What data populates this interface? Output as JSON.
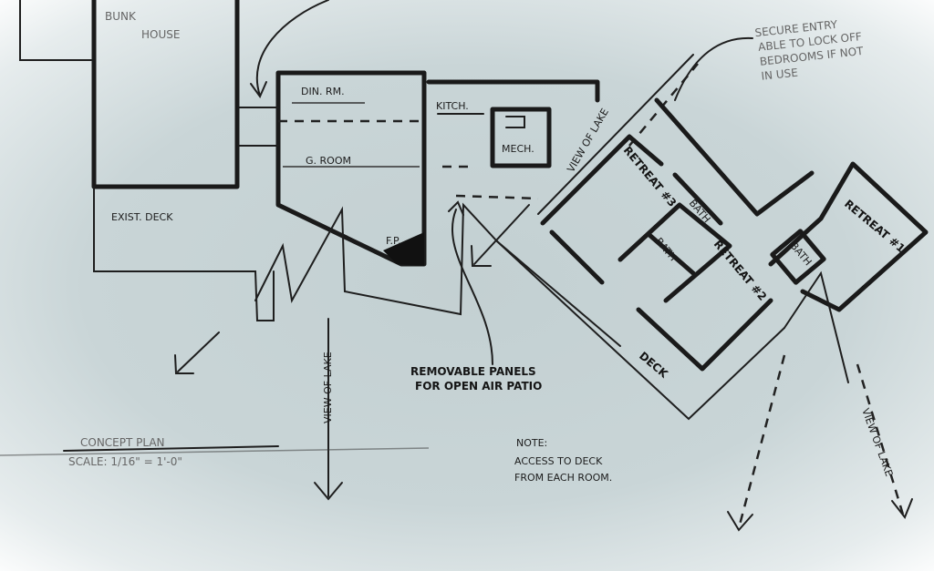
{
  "labels": {
    "bunk_house_1": "BUNK",
    "bunk_house_2": "HOUSE",
    "dining_room": "DIN. RM.",
    "kitchen": "KITCH.",
    "mechanical": "MECH.",
    "great_room": "G. ROOM",
    "existing_deck": "EXIST. DECK",
    "fireplace": "F.P.",
    "view_of_lake_1": "VIEW OF LAKE",
    "view_of_lake_2": "VIEW OF LAKE",
    "view_of_lake_3": "VIEW OF LAKE",
    "retreat_3": "RETREAT #3",
    "retreat_2": "RETREAT #2",
    "retreat_1": "RETREAT #1",
    "bath_1": "BATH",
    "bath_2": "BATH",
    "bath_3": "BATH",
    "deck": "DECK"
  },
  "notes": {
    "secure_entry": [
      "SECURE ENTRY",
      "ABLE TO LOCK OFF",
      "BEDROOMS IF NOT",
      "IN USE"
    ],
    "removable_panels": [
      "REMOVABLE PANELS",
      "FOR OPEN AIR PATIO"
    ],
    "note_title": "NOTE:",
    "note_body": [
      "ACCESS TO DECK",
      "FROM EACH ROOM."
    ]
  },
  "title_block": {
    "title": "CONCEPT PLAN",
    "scale": "SCALE: 1/16\" = 1'-0\""
  },
  "colors": {
    "paper": "#c6d2d4",
    "ink": "#1a1a1a"
  }
}
